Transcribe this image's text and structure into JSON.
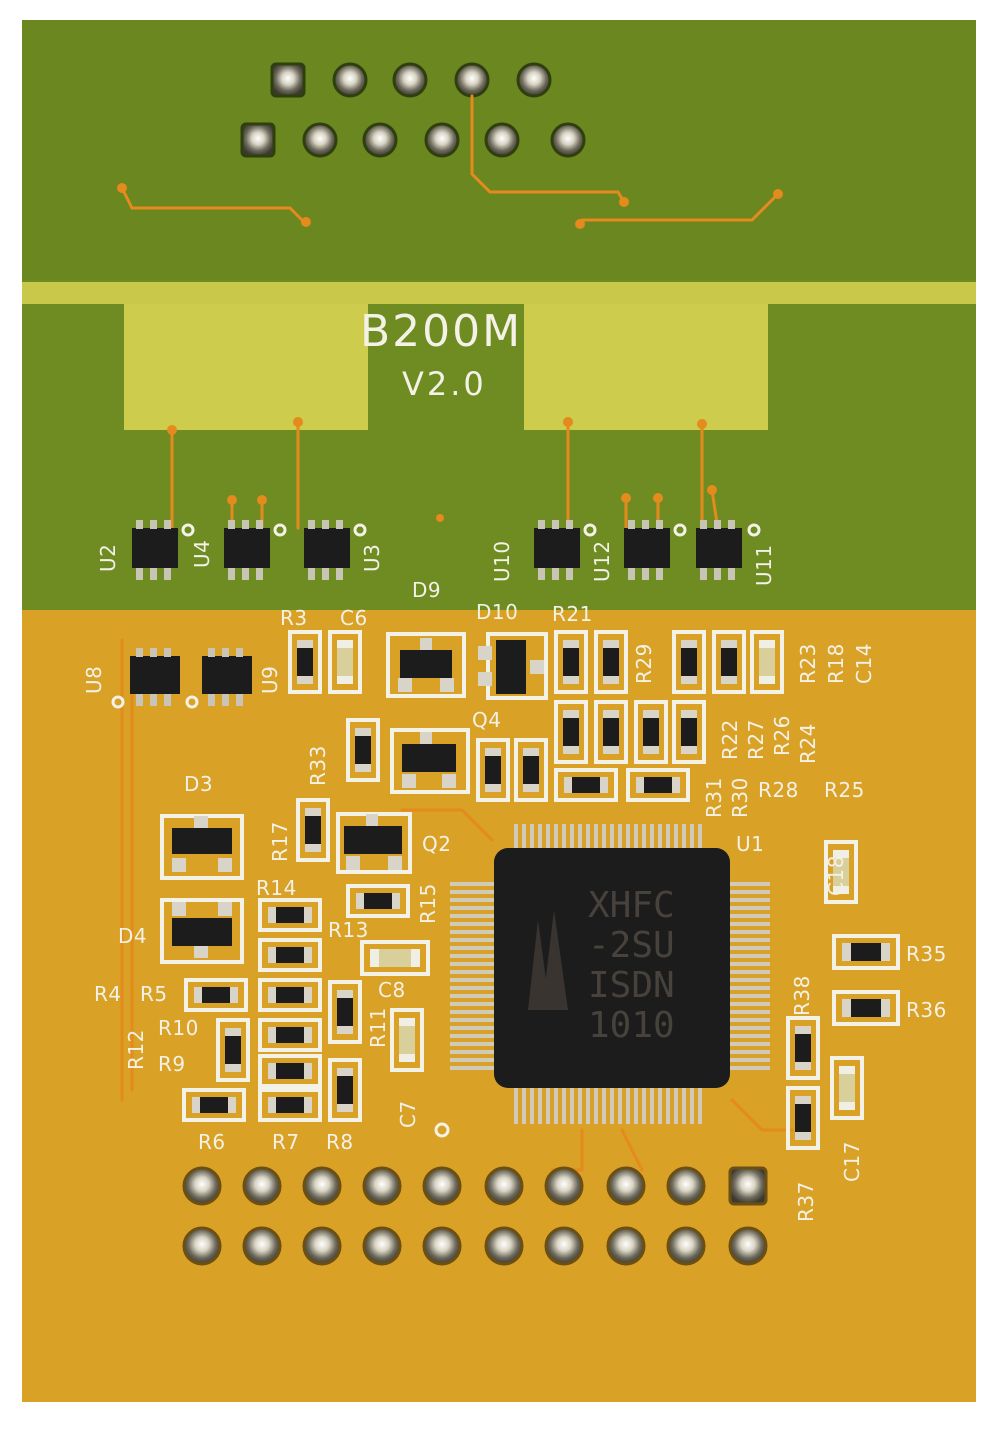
{
  "board": {
    "title": "B200M",
    "version": "V2.0",
    "colors": {
      "green_pcb": "#6e8c22",
      "gold_pcb": "#d9a126",
      "silkscreen": "#f4f1e6",
      "copper_trace": "#e58a1c",
      "ic_body": "#1c1c1c"
    }
  },
  "labels": {
    "U2": "U2",
    "U4": "U4",
    "U3": "U3",
    "U10": "U10",
    "U12": "U12",
    "U11": "U11",
    "U8": "U8",
    "U9": "U9",
    "U1": "U1",
    "D9": "D9",
    "D10": "D10",
    "D3": "D3",
    "D4": "D4",
    "Q4": "Q4",
    "Q2": "Q2",
    "R3": "R3",
    "C6": "C6",
    "R21": "R21",
    "R29": "R29",
    "R23": "R23",
    "R18": "R18",
    "C14": "C14",
    "R22": "R22",
    "R27": "R27",
    "R26": "R26",
    "R24": "R24",
    "R31": "R31",
    "R30": "R30",
    "R28": "R28",
    "R25": "R25",
    "R33": "R33",
    "R17": "R17",
    "R14": "R14",
    "R15": "R15",
    "R13": "R13",
    "C8": "C8",
    "R11": "R11",
    "C7": "C7",
    "R4": "R4",
    "R5": "R5",
    "R12": "R12",
    "R10": "R10",
    "R9": "R9",
    "R6": "R6",
    "R7": "R7",
    "R8": "R8",
    "C18": "C18",
    "R35": "R35",
    "R38": "R38",
    "R36": "R36",
    "R37": "R37",
    "C17": "C17"
  },
  "chip_marking": {
    "line1": "XHFC",
    "line2": "-2SU",
    "line3": "ISDN",
    "line4": "1010"
  }
}
